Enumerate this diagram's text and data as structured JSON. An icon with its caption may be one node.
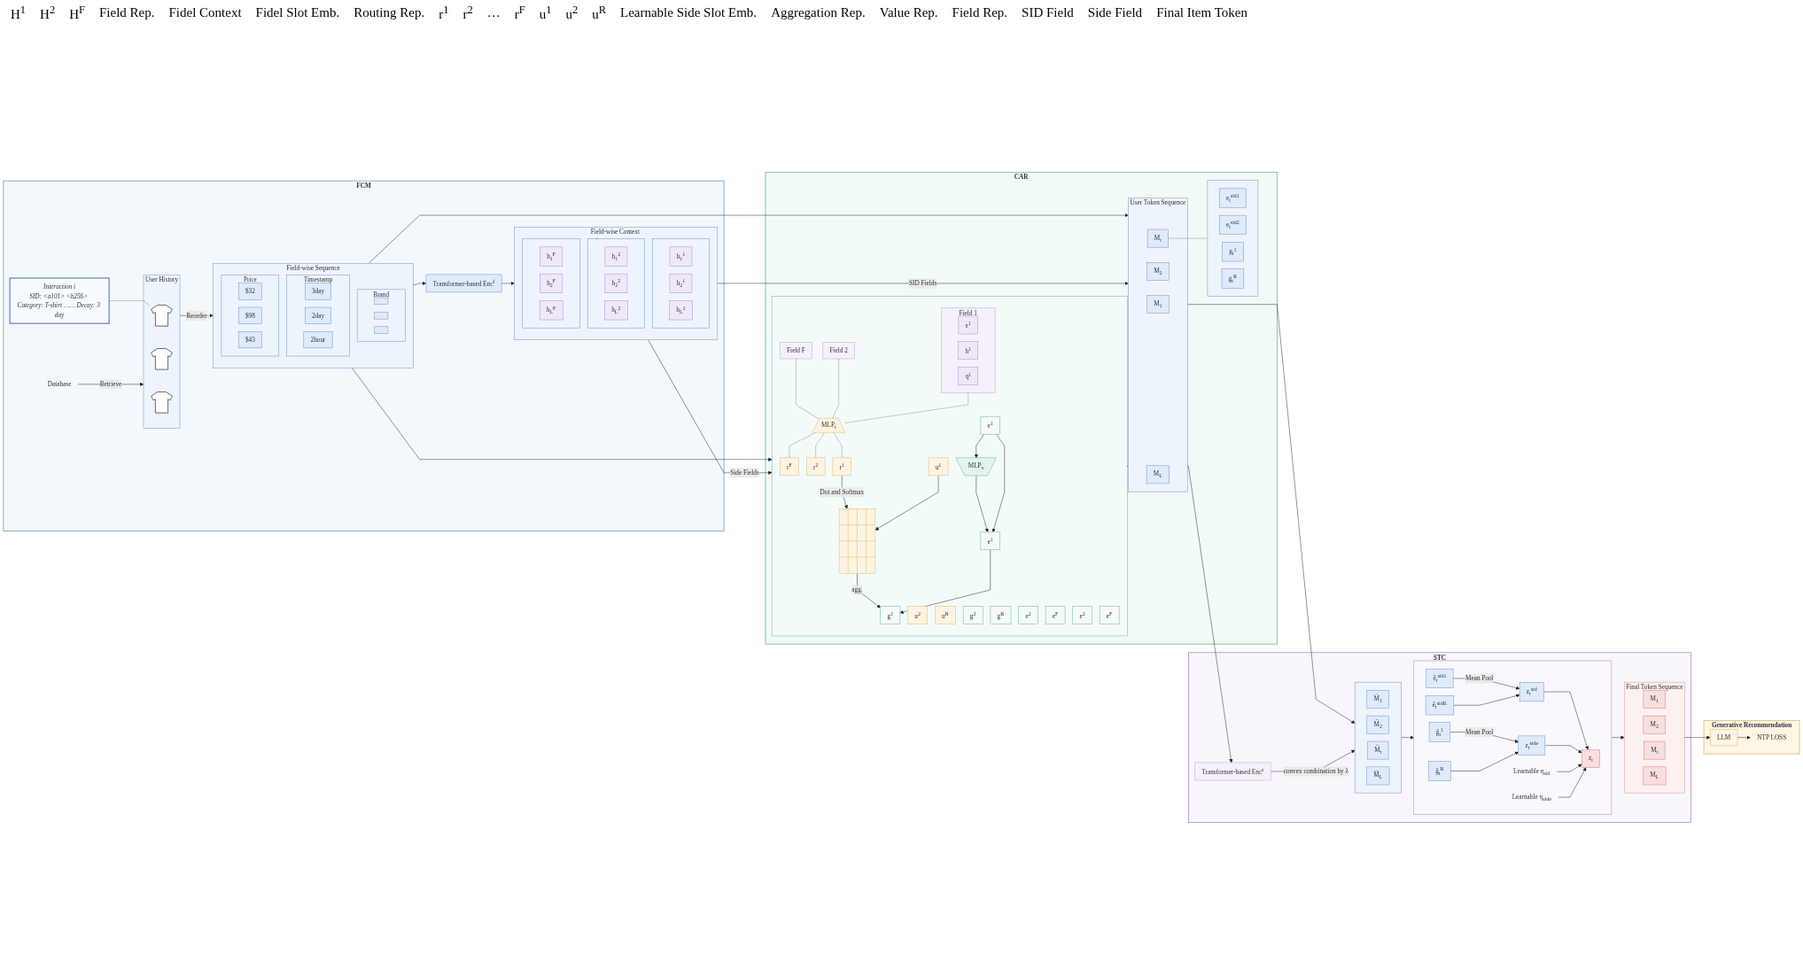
{
  "diagram": {
    "nodes": [
      {
        "text": [
          "FCM"
        ]
      },
      {
        "text": [
          "Interaction i",
          "SID: <a101> <b256> Category: T-shirt …… Decay: 3 day"
        ],
        "in": 0
      },
      {
        "text": [
          "Database"
        ],
        "in": 0
      },
      {
        "text": [
          "User History"
        ],
        "in": 0
      },
      {
        "text": [],
        "shape": "picture",
        "in": 3
      },
      {
        "text": [],
        "shape": "picture",
        "in": 3
      },
      {
        "text": [],
        "shape": "picture",
        "in": 3
      },
      {
        "text": [
          "Field-wise Sequence"
        ],
        "in": 0
      },
      {
        "text": [
          "Brand"
        ],
        "in": 7
      },
      {
        "text": [],
        "shape": "box",
        "in": 8
      },
      {
        "text": [],
        "shape": "box",
        "in": 8
      },
      {
        "text": [],
        "shape": "box",
        "in": 8
      },
      {
        "text": [
          "Timestamp"
        ],
        "in": 7
      },
      {
        "text": [
          "3day"
        ],
        "in": 12
      },
      {
        "text": [
          "2day"
        ],
        "in": 12
      },
      {
        "text": [
          "2hour"
        ],
        "in": 12
      },
      {
        "text": [
          "Price"
        ],
        "in": 7
      },
      {
        "text": [
          "$32"
        ],
        "in": 16
      },
      {
        "text": [
          "$98"
        ],
        "in": 16
      },
      {
        "text": [
          "$43"
        ],
        "in": 16
      },
      {
        "text": [
          "Transformer-based Enc$^{f}$"
        ],
        "in": 0
      },
      {
        "text": [
          "Field-wise Context Representations"
        ],
        "in": 0
      },
      {
        "text": [],
        "shape": "box",
        "in": 21
      },
      {
        "text": [
          "h$_{1}$$^{1}$"
        ],
        "in": 22
      },
      {
        "text": [
          "h$_{2}$$^{1}$"
        ],
        "in": 22
      },
      {
        "text": [
          "h$_{L}$$^{1}$"
        ],
        "in": 22
      },
      {
        "text": [],
        "shape": "box",
        "in": 21
      },
      {
        "text": [
          "h$_{1}$$^{2}$"
        ],
        "in": 26
      },
      {
        "text": [
          "h$_{2}$$^{2}$"
        ],
        "in": 26
      },
      {
        "text": [
          "h$_{L}$$^{2}$"
        ],
        "in": 26
      },
      {
        "text": [],
        "shape": "box",
        "in": 21
      },
      {
        "text": [
          "h$_{1}$$^{F}$"
        ],
        "in": 30
      },
      {
        "text": [
          "h$_{2}$$^{F}$"
        ],
        "in": 30
      },
      {
        "text": [
          "h$_{L}$$^{F}$"
        ],
        "in": 30
      },
      {
        "text": [
          "CAR"
        ]
      },
      {
        "text": [
          "User Token Sequence"
        ],
        "in": 34
      },
      {
        "text": [
          "M$_{1}$"
        ],
        "in": 35
      },
      {
        "text": [
          "M$_{2}$"
        ],
        "in": 35
      },
      {
        "text": [
          "M$_{t}$"
        ],
        "in": 35
      },
      {
        "text": [
          "M$_{L}$"
        ],
        "in": 35
      },
      {
        "text": [],
        "shape": "box",
        "in": 34
      },
      {
        "text": [
          "e$_{t}$$^{sid1}$"
        ],
        "in": 40
      },
      {
        "text": [
          "e$_{t}$$^{sid2}$"
        ],
        "in": 40
      },
      {
        "text": [
          "g$_{t}$$^{1}$"
        ],
        "in": 40
      },
      {
        "text": [
          "g$_{t}$$^{R}$"
        ],
        "in": 40
      },
      {
        "text": [],
        "shape": "box",
        "in": 34
      },
      {
        "text": [
          "Field 1"
        ],
        "in": 45
      },
      {
        "text": [
          "e$^{1}$"
        ],
        "in": 46
      },
      {
        "text": [
          "h$^{1}$"
        ],
        "in": 46
      },
      {
        "text": [
          "q$^{1}$"
        ],
        "in": 46
      },
      {
        "text": [
          "Field 2"
        ],
        "in": 45
      },
      {
        "text": [
          "Field F"
        ],
        "in": 45
      },
      {
        "text": [
          "MLP$_{r}$"
        ],
        "in": 45
      },
      {
        "text": [
          "r$^{1}$"
        ],
        "in": 45
      },
      {
        "text": [
          "r$^{2}$"
        ],
        "in": 45
      },
      {
        "text": [
          "r$^{F}$"
        ],
        "in": 45
      },
      {
        "text": [],
        "shape": "grid",
        "in": 45
      },
      {
        "text": [
          "u$^{1}$"
        ],
        "in": 45
      },
      {
        "text": [
          "u$^{2}$"
        ],
        "in": 45
      },
      {
        "text": [
          "u$^{R}$"
        ],
        "in": 45
      },
      {
        "text": [
          "g$^{1}$"
        ],
        "in": 45
      },
      {
        "text": [
          "g$^{2}$"
        ],
        "in": 45
      },
      {
        "text": [
          "g$^{R}$"
        ],
        "in": 45
      },
      {
        "text": [
          "e$^{1}$"
        ],
        "in": 45
      },
      {
        "text": [
          "e$^{2}$"
        ],
        "in": 45
      },
      {
        "text": [
          "e$^{F}$"
        ],
        "in": 45
      },
      {
        "text": [
          "MLP$_{v}$"
        ],
        "in": 45
      },
      {
        "text": [
          "e$^{1}$"
        ],
        "in": 45
      },
      {
        "text": [
          "e$^{2}$"
        ],
        "in": 45
      },
      {
        "text": [
          "e$^{F}$"
        ],
        "in": 45
      },
      {
        "text": [
          "STC"
        ]
      },
      {
        "text": [
          "Transformer-based Enc$^{s}$"
        ],
        "in": 70
      },
      {
        "text": [],
        "shape": "box",
        "in": 70
      },
      {
        "text": [
          "M̂$_{1}$"
        ],
        "in": 72
      },
      {
        "text": [
          "M̂$_{2}$"
        ],
        "in": 72
      },
      {
        "text": [
          "M̂$_{t}$"
        ],
        "in": 72
      },
      {
        "text": [
          "M̂$_{L}$"
        ],
        "in": 72
      },
      {
        "text": [],
        "shape": "box",
        "in": 70
      },
      {
        "text": [
          "ê$_{t}$$^{sid1}$"
        ],
        "in": 77
      },
      {
        "text": [
          "ê$_{t}$$^{sidK}$"
        ],
        "in": 77
      },
      {
        "text": [
          "ĝ$_{t}$$^{1}$"
        ],
        "in": 77
      },
      {
        "text": [
          "ĝ$_{t}$$^{R}$"
        ],
        "in": 77
      },
      {
        "text": [
          "z$_{t}$$^{sid}$"
        ],
        "in": 77
      },
      {
        "text": [
          "z$_{t}$$^{side}$"
        ],
        "in": 77
      },
      {
        "text": [
          "z$_{t}$"
        ],
        "in": 77
      },
      {
        "text": [
          "Learnable η$_{sid}$"
        ],
        "in": 77
      },
      {
        "text": [
          "Learnable η$_{side}$"
        ],
        "in": 77
      },
      {
        "text": [
          "Final Token Sequence"
        ],
        "in": 70
      },
      {
        "text": [
          "M$_{1}$"
        ],
        "in": 87
      },
      {
        "text": [
          "M$_{2}$"
        ],
        "in": 87
      },
      {
        "text": [
          "M$_{t}$"
        ],
        "in": 87
      },
      {
        "text": [
          "M$_{L}$"
        ],
        "in": 87
      },
      {
        "text": [
          "Generative Recommendation"
        ]
      },
      {
        "text": [
          "LLM"
        ],
        "in": 92
      },
      {
        "text": [
          "NTP LOSS"
        ],
        "in": 92
      }
    ],
    "edges": [
      {
        "from": 1,
        "to": 4,
        "arrow": "none",
        "style": "dashed"
      },
      {
        "from": 2,
        "to": 3,
        "label": "Retrieve",
        "arrow": "to"
      },
      {
        "from": 3,
        "to": 7,
        "label": "Reorder",
        "arrow": "to"
      },
      {
        "from": 7,
        "to": 20,
        "arrow": "to"
      },
      {
        "from": 20,
        "to": 21,
        "arrow": "to"
      },
      {
        "from": 7,
        "to": 35,
        "arrow": "to"
      },
      {
        "from": 7,
        "to": 45,
        "arrow": "to"
      },
      {
        "from": 21,
        "to": 35,
        "label": "SID Fields",
        "arrow": "to"
      },
      {
        "from": 21,
        "to": 45,
        "label": "Side Fields",
        "arrow": "to"
      },
      {
        "from": 45,
        "to": 35,
        "arrow": "to"
      },
      {
        "from": 38,
        "to": 40,
        "arrow": "none",
        "style": "dashed"
      },
      {
        "from": 51,
        "to": 52,
        "arrow": "none",
        "style": "dashed"
      },
      {
        "from": 50,
        "to": 52,
        "arrow": "none",
        "style": "dashed"
      },
      {
        "from": 46,
        "to": 52,
        "arrow": "none",
        "style": "dashed"
      },
      {
        "from": 52,
        "to": 55,
        "arrow": "none",
        "style": "dashed"
      },
      {
        "from": 52,
        "to": 54,
        "arrow": "none",
        "style": "dashed"
      },
      {
        "from": 52,
        "to": 53,
        "arrow": "none",
        "style": "dashed"
      },
      {
        "from": 53,
        "to": 56,
        "label": "Dot and Softmax",
        "arrow": "to"
      },
      {
        "from": 57,
        "to": 56,
        "arrow": "to"
      },
      {
        "from": 56,
        "to": 60,
        "label": "agg.",
        "arrow": "to"
      },
      {
        "from": 63,
        "to": 60,
        "arrow": "to"
      },
      {
        "from": 66,
        "to": 63,
        "arrow": "to"
      },
      {
        "from": 67,
        "to": 66,
        "arrow": "to"
      },
      {
        "from": 67,
        "to": 63,
        "arrow": "to"
      },
      {
        "from": 35,
        "to": 71,
        "arrow": "to"
      },
      {
        "from": 35,
        "to": 72,
        "arrow": "to"
      },
      {
        "from": 71,
        "to": 72,
        "label": "convex combination by λ",
        "arrow": "to"
      },
      {
        "from": 72,
        "to": 77,
        "arrow": "to"
      },
      {
        "from": 78,
        "to": 82,
        "label": "Mean Pool",
        "arrow": "to"
      },
      {
        "from": 79,
        "to": 82,
        "arrow": "to"
      },
      {
        "from": 80,
        "to": 83,
        "label": "Mean Pool",
        "arrow": "to"
      },
      {
        "from": 81,
        "to": 83,
        "arrow": "to"
      },
      {
        "from": 82,
        "to": 84,
        "arrow": "to"
      },
      {
        "from": 83,
        "to": 84,
        "arrow": "to"
      },
      {
        "from": 85,
        "to": 84,
        "arrow": "to"
      },
      {
        "from": 86,
        "to": 84,
        "arrow": "to"
      },
      {
        "from": 77,
        "to": 87,
        "arrow": "to"
      },
      {
        "from": 87,
        "to": 93,
        "arrow": "to"
      },
      {
        "from": 93,
        "to": 94,
        "arrow": "to"
      }
    ],
    "labels": [
      "H$^{1}$",
      "H$^{2}$",
      "H$^{F}$",
      "Field Rep.",
      "Fidel Context",
      "Fidel Slot Emb.",
      "Routing Rep.",
      "r$^{1}$",
      "r$^{2}$",
      "…",
      "r$^{F}$",
      "u$^{1}$",
      "u$^{2}$",
      "u$^{R}$",
      "Learnable Side Slot Emb.",
      "Aggregation Rep.",
      "Value Rep.",
      "Field Rep.",
      "SID Field",
      "Side Field",
      "Final Item Token"
    ]
  }
}
